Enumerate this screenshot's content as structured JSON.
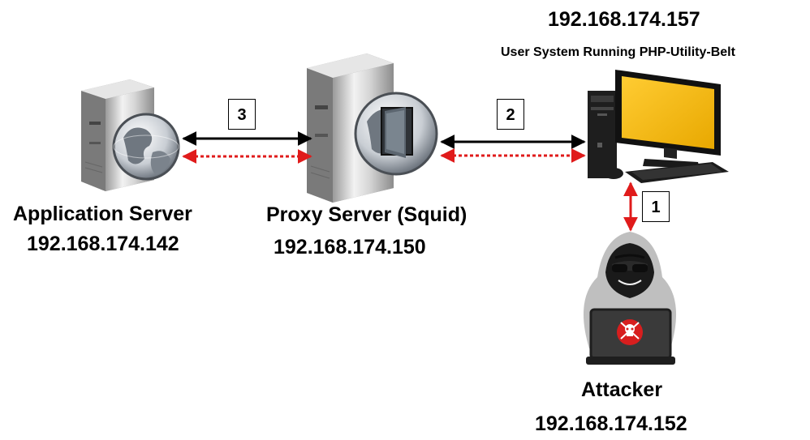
{
  "nodes": {
    "app_server": {
      "label": "Application Server",
      "ip": "192.168.174.142"
    },
    "proxy_server": {
      "label": "Proxy Server (Squid)",
      "ip": "192.168.174.150"
    },
    "user_system": {
      "label": "User System Running PHP-Utility-Belt",
      "ip": "192.168.174.157"
    },
    "attacker": {
      "label": "Attacker",
      "ip": "192.168.174.152"
    }
  },
  "steps": {
    "s1": "1",
    "s2": "2",
    "s3": "3"
  },
  "icons": {
    "app_server": "server-globe-icon",
    "proxy_server": "server-globe-door-icon",
    "user_system": "desktop-computer-icon",
    "attacker": "hacker-laptop-icon"
  },
  "colors": {
    "request_arrow": "#000000",
    "response_arrow": "#e01b1b",
    "monitor": "#f5b800"
  }
}
